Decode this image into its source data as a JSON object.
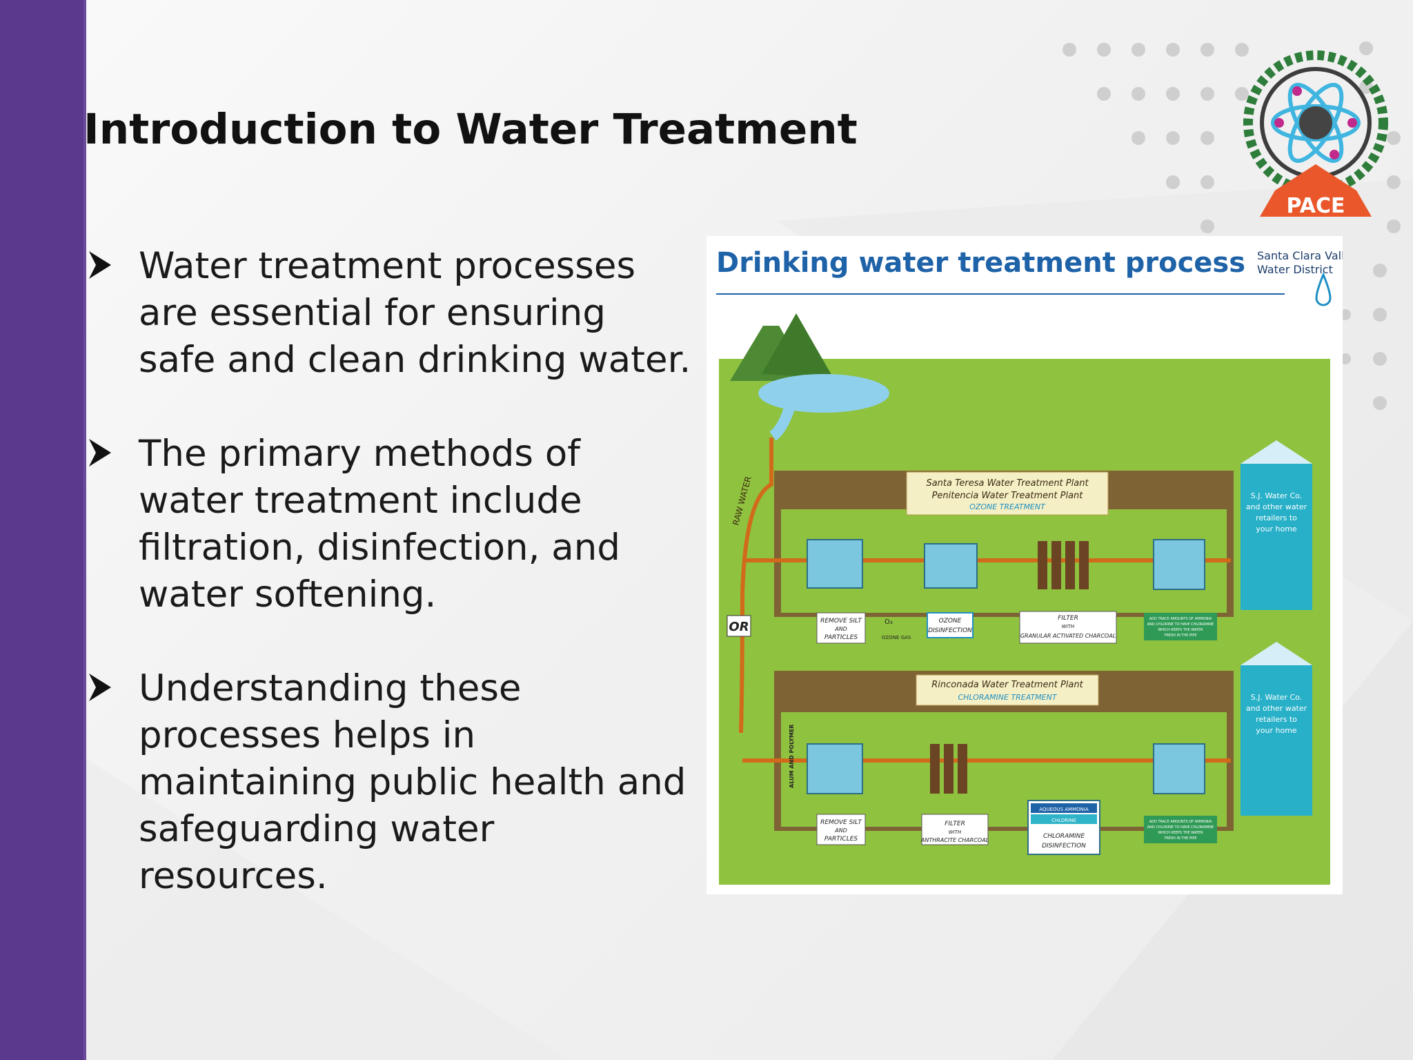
{
  "slide": {
    "title": "Introduction to Water Treatment",
    "bullets": [
      "Water treatment processes are essential for ensuring safe and clean drinking water.",
      "The primary methods of water treatment include filtration, disinfection, and water softening.",
      "Understanding these processes helps in maintaining public health and safeguarding water resources."
    ],
    "bullet_icon": "arrowhead-bullet-icon",
    "accent_color": "#5b3a8e"
  },
  "logo": {
    "text": "PACE",
    "icon": "gear-atom-logo-icon",
    "color": "#e9572a"
  },
  "diagram": {
    "title": "Drinking water treatment process",
    "org_line1": "Santa Clara Valley",
    "org_line2": "Water District",
    "raw_water": "RAW WATER",
    "or_label": "OR",
    "plant1_name1": "Santa Teresa Water Treatment Plant",
    "plant1_name2": "Penitencia Water Treatment Plant",
    "plant1_type": "OZONE TREATMENT",
    "plant2_name": "Rinconada Water Treatment Plant",
    "plant2_type": "CHLORAMINE TREATMENT",
    "alum_polymer": "ALUM AND POLYMER",
    "remove_silt_1": "REMOVE SILT",
    "remove_silt_2": "AND",
    "remove_silt_3": "PARTICLES",
    "ozone_1": "OZONE",
    "ozone_2": "DISINFECTION",
    "ozone_gas": "OZONE GAS",
    "o3": "O₃",
    "filter_1": "FILTER",
    "filter_2": "WITH",
    "filter_3": "GRANULAR ACTIVATED CHARCOAL",
    "filter_anthracite": "ANTHRACITE CHARCOAL",
    "chlor_aq": "AQUEOUS AMMONIA",
    "chlor_cl": "CHLORINE",
    "chlor_1": "CHLORAMINE",
    "chlor_2": "DISINFECTION",
    "trace_1": "ADD TRACE AMOUNTS OF AMMONIA",
    "trace_2": "AND CHLORINE TO HAVE CHLORAMINE",
    "trace_3": "WHICH KEEPS THE WATER",
    "trace_4": "FRESH IN THE PIPE",
    "house_1": "S.J. Water Co.",
    "house_2": "and other water",
    "house_3": "retailers to",
    "house_4": "your home"
  }
}
